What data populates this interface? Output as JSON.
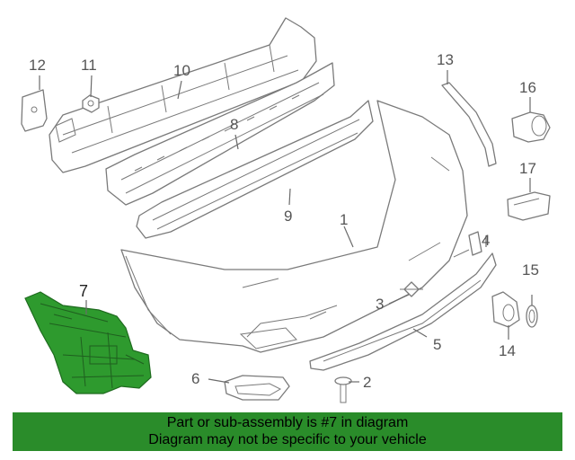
{
  "callouts": {
    "p1": "1",
    "p2": "2",
    "p3": "3",
    "p4": "4",
    "p5": "5",
    "p6": "6",
    "p7": "7",
    "p8": "8",
    "p9": "9",
    "p10": "10",
    "p11": "11",
    "p12": "12",
    "p13": "13",
    "p14": "14",
    "p15": "15",
    "p16": "16",
    "p17": "17"
  },
  "highlighted_part": "7",
  "colors": {
    "highlight": "#2e9a2e",
    "banner": "#2a8c2a",
    "line": "#7a7a7a"
  },
  "banner": {
    "line1": "Part or sub-assembly is #7 in diagram",
    "line2": "Diagram may not be specific to your vehicle"
  }
}
